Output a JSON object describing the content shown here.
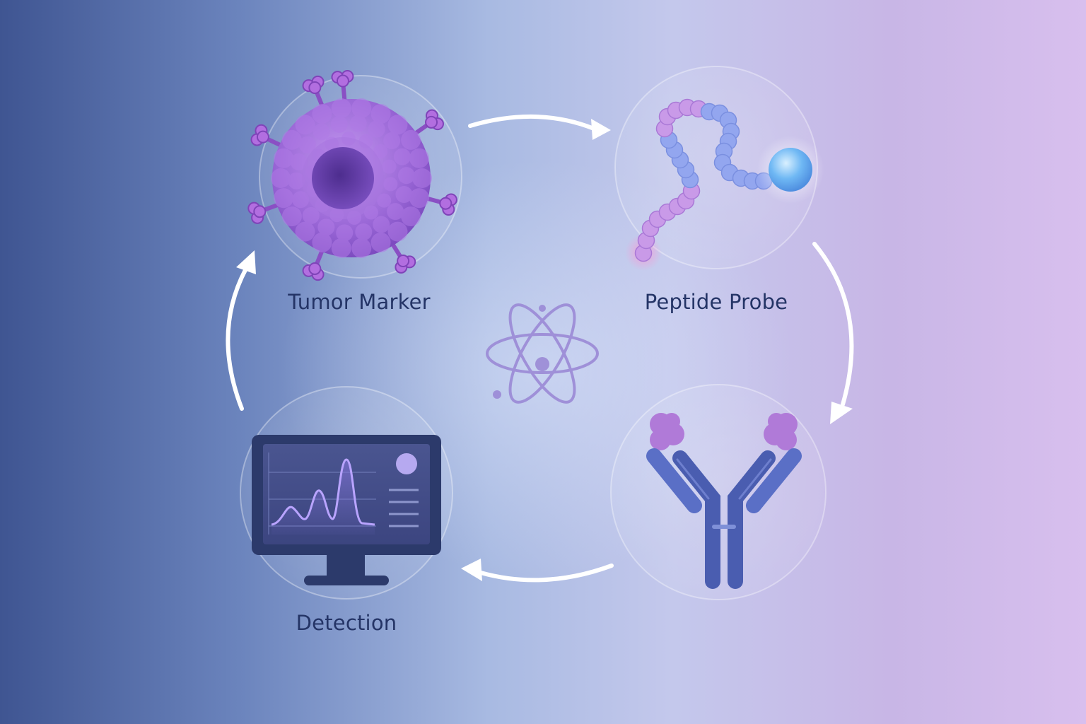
{
  "diagram": {
    "nodes": [
      {
        "id": "tumor-marker",
        "label": "Tumor Marker",
        "icon": "tumor-cell-icon"
      },
      {
        "id": "peptide-probe",
        "label": "Peptide Probe",
        "icon": "peptide-chain-icon"
      },
      {
        "id": "antibody",
        "label": "",
        "icon": "antibody-icon"
      },
      {
        "id": "detection",
        "label": "Detection",
        "icon": "monitor-chart-icon"
      }
    ],
    "center_icon": "atom-icon",
    "flow": [
      "tumor-marker",
      "peptide-probe",
      "antibody",
      "detection",
      "tumor-marker"
    ],
    "colors": {
      "label": "#243466",
      "cell": "#9b6ad6",
      "cell_core": "#5a3a9e",
      "antibody": "#4f64b8",
      "antigen": "#b07ad8",
      "probe_bead_pink": "#c694e6",
      "probe_bead_blue": "#8ea2ee",
      "probe_tip": "#7cc4f6",
      "monitor": "#2c3a6b",
      "chart_line": "#a58cf0"
    }
  }
}
